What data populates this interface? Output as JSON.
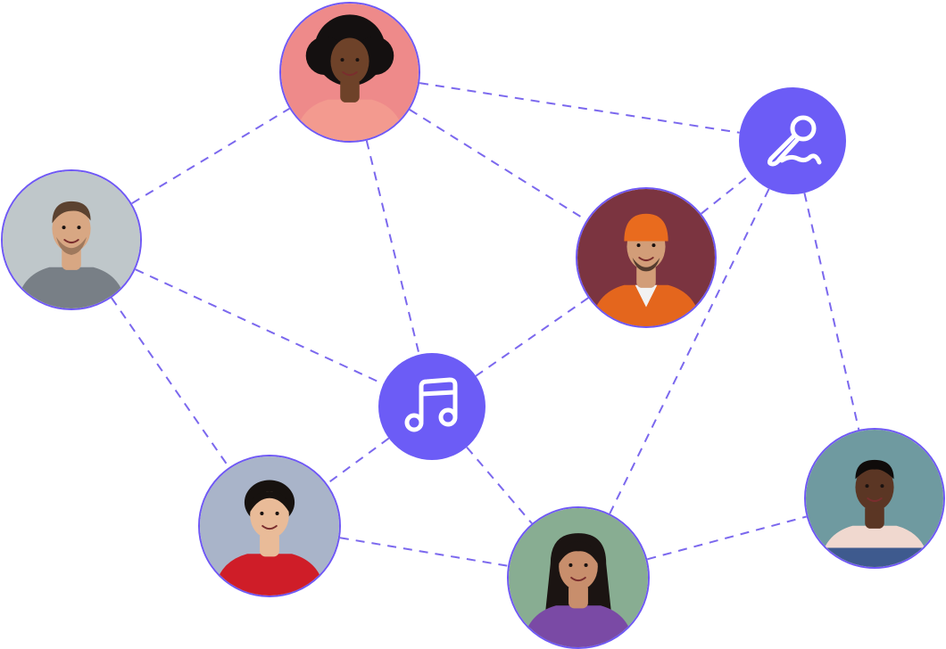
{
  "colors": {
    "accent": "#6c5cf6",
    "edge": "#7b68ee",
    "avatar_ring": "#6f58f5"
  },
  "nodes": [
    {
      "id": "woman-afro",
      "kind": "avatar",
      "bg": "#ee8a8a",
      "skin": "#6e4229",
      "hair": "#141010",
      "shirt": "#f39a8f",
      "hair_style": "afro"
    },
    {
      "id": "man-beard-left",
      "kind": "avatar",
      "bg": "#bfc7ca",
      "skin": "#d8a783",
      "hair": "#5b4230",
      "shirt": "#787f86",
      "hair_style": "short"
    },
    {
      "id": "man-orange-beanie",
      "kind": "avatar",
      "bg": "#7b3440",
      "skin": "#d29d78",
      "hair": "#e96b1e",
      "shirt": "#e4661d",
      "hair_style": "beanie"
    },
    {
      "id": "woman-red-sweater",
      "kind": "avatar",
      "bg": "#a9b4c9",
      "skin": "#e9bb98",
      "hair": "#17120f",
      "shirt": "#cf1d28",
      "hair_style": "bun"
    },
    {
      "id": "woman-purple-sweater",
      "kind": "avatar",
      "bg": "#88ad92",
      "skin": "#c88e6c",
      "hair": "#1b1412",
      "shirt": "#7a4aa5",
      "hair_style": "long"
    },
    {
      "id": "man-striped-shirt",
      "kind": "avatar",
      "bg": "#6f9aa0",
      "skin": "#5b3624",
      "hair": "#0f0b0a",
      "shirt": "#f0d8cf",
      "hair_style": "twists"
    },
    {
      "id": "music-hub",
      "kind": "hub",
      "icon": "music-note-icon"
    },
    {
      "id": "microphone-hub",
      "kind": "hub",
      "icon": "microphone-icon"
    }
  ],
  "edges": [
    [
      "man-beard-left",
      "woman-afro"
    ],
    [
      "woman-afro",
      "microphone-hub"
    ],
    [
      "woman-afro",
      "man-orange-beanie"
    ],
    [
      "woman-afro",
      "music-hub"
    ],
    [
      "man-beard-left",
      "music-hub"
    ],
    [
      "man-beard-left",
      "woman-red-sweater"
    ],
    [
      "man-orange-beanie",
      "microphone-hub"
    ],
    [
      "man-orange-beanie",
      "music-hub"
    ],
    [
      "microphone-hub",
      "woman-purple-sweater"
    ],
    [
      "microphone-hub",
      "man-striped-shirt"
    ],
    [
      "music-hub",
      "woman-red-sweater"
    ],
    [
      "music-hub",
      "woman-purple-sweater"
    ],
    [
      "woman-red-sweater",
      "woman-purple-sweater"
    ],
    [
      "woman-purple-sweater",
      "man-striped-shirt"
    ]
  ]
}
